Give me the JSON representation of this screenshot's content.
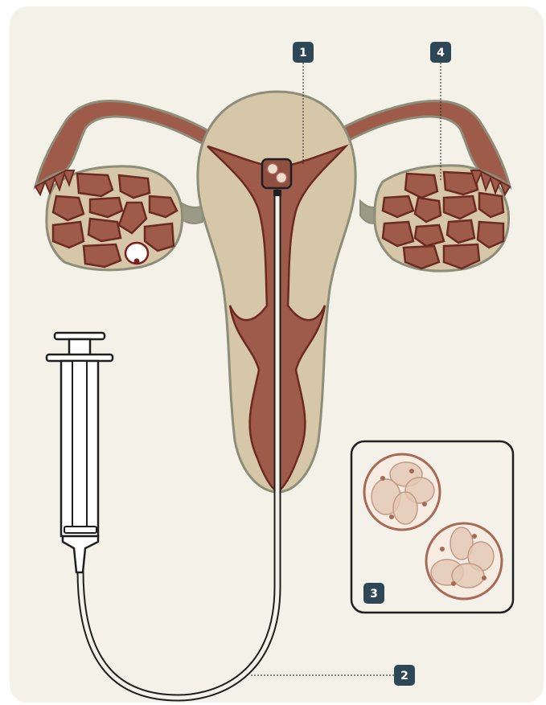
{
  "labels": {
    "marker_1": "1",
    "marker_2": "2",
    "marker_3": "3",
    "marker_4": "4"
  },
  "colors": {
    "background": "#f3f1e8",
    "uterus_tissue": "#d5c7a7",
    "tissue_outline": "#8e8d79",
    "tube_muscle": "#9e5b49",
    "tube_outline": "#6c2a20",
    "follicle_outline": "#7a1e1e",
    "badge": "#2e4756",
    "embryo_outline": "#a86a57",
    "embryo_fill": "#eddccd"
  },
  "icons": [
    "syringe",
    "catheter",
    "embryo-inset",
    "ovary",
    "uterus"
  ]
}
